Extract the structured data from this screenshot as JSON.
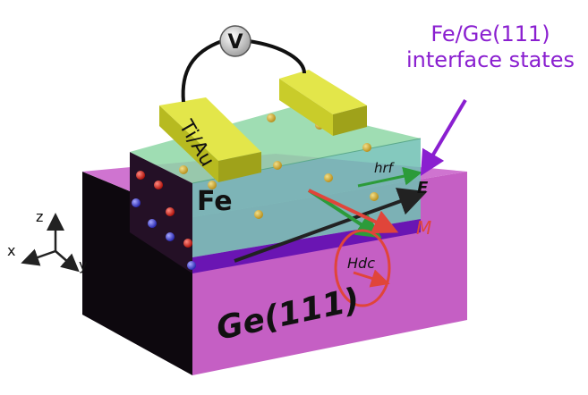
{
  "labels": {
    "voltmeter": "V",
    "contact": "Ti/Au",
    "interface_line1": "Fe/Ge(111)",
    "interface_line2": "interface states",
    "film": "Fe",
    "substrate": "Ge(111)",
    "rf_field": "hrf",
    "electric_field": "E",
    "magnetization": "M",
    "dc_field": "Hdc"
  },
  "axes": {
    "z": "z",
    "x": "x",
    "y": "y"
  },
  "colors": {
    "substrate_front": "#c55fc4",
    "substrate_top": "#cf74d0",
    "substrate_side": "#0d080e",
    "film_top": "#8ed7a6",
    "film_front": "#6fbfb3",
    "interface_layer": "#6a15b3",
    "contact": "#c9cc2a",
    "interface_text": "#8a1fd0",
    "magnetization_arrow": "#e0453a",
    "rf_arrow": "#2c9b3a",
    "electric_arrow": "#111111"
  }
}
